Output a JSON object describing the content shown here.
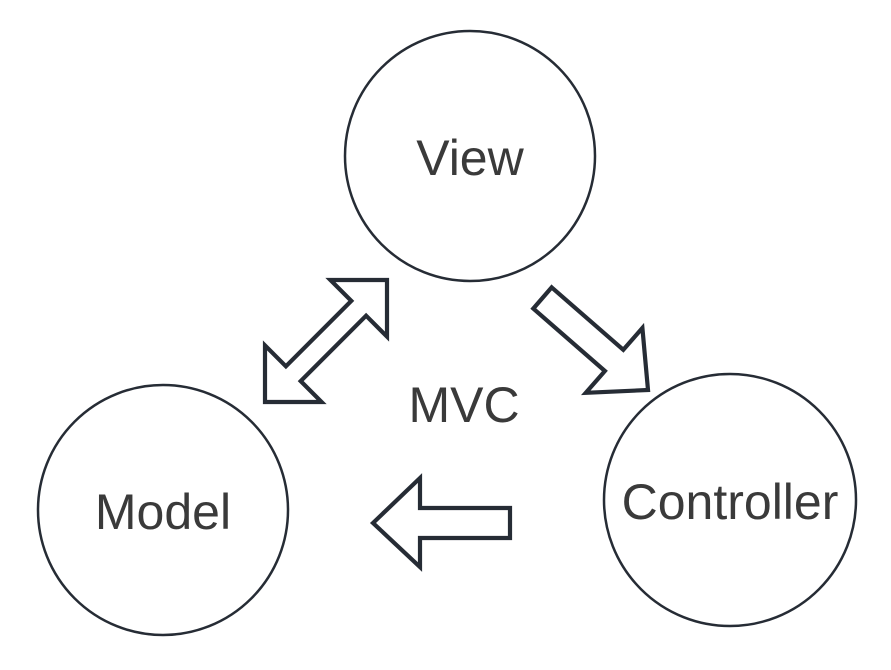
{
  "diagram": {
    "center_label": "MVC",
    "nodes": [
      {
        "id": "view",
        "label": "View"
      },
      {
        "id": "model",
        "label": "Model"
      },
      {
        "id": "controller",
        "label": "Controller"
      }
    ],
    "arrows": [
      {
        "id": "view-model",
        "from": "View",
        "to": "Model",
        "bidirectional": true,
        "style": "outlined-block-arrow"
      },
      {
        "id": "view-controller",
        "from": "View",
        "to": "Controller",
        "bidirectional": false,
        "style": "outlined-block-arrow"
      },
      {
        "id": "controller-model",
        "from": "Controller",
        "to": "Model",
        "bidirectional": false,
        "style": "outlined-block-arrow"
      }
    ]
  },
  "colors": {
    "background": "#ffffff",
    "shape_outline": "#262c35",
    "shape_fill": "#ffffff",
    "label_text": "#3a3a3a"
  }
}
